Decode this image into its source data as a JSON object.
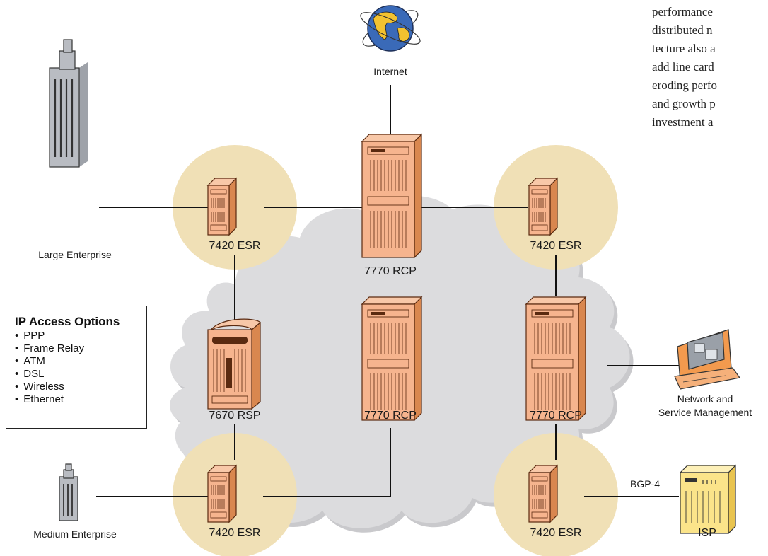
{
  "prose_lines": [
    "performance",
    "distributed n",
    "tecture also a",
    "add line card",
    "eroding perfo",
    "and growth p",
    "investment a"
  ],
  "nodes": {
    "internet": "Internet",
    "large_enterprise": "Large Enterprise",
    "esr_top_left": "7420 ESR",
    "rcp_top": "7770 RCP",
    "esr_top_right": "7420 ESR",
    "rsp_mid_left": "7670 RSP",
    "rcp_mid_center": "7770 RCP",
    "rcp_mid_right": "7770 RCP",
    "nsm_line1": "Network and",
    "nsm_line2": "Service Management",
    "medium_enterprise": "Medium Enterprise",
    "esr_bottom_left": "7420 ESR",
    "esr_bottom_right": "7420 ESR",
    "isp": "ISP",
    "bgp": "BGP-4"
  },
  "legend": {
    "title": "IP Access Options",
    "items": [
      "PPP",
      "Frame Relay",
      "ATM",
      "DSL",
      "Wireless",
      "Ethernet"
    ]
  },
  "colors": {
    "cloud": "#dcdcde",
    "cloud_shadow": "#c9c9cc",
    "halo": "#f0e0b6",
    "device_front": "#f6b48e",
    "device_side": "#d9874f",
    "device_stroke": "#5a2a10",
    "building": "#b9bcc2",
    "isp_box": "#fbe48a",
    "globe_ocean": "#3a6ab8",
    "globe_land": "#f2c230",
    "monitor": "#f39a4e"
  }
}
